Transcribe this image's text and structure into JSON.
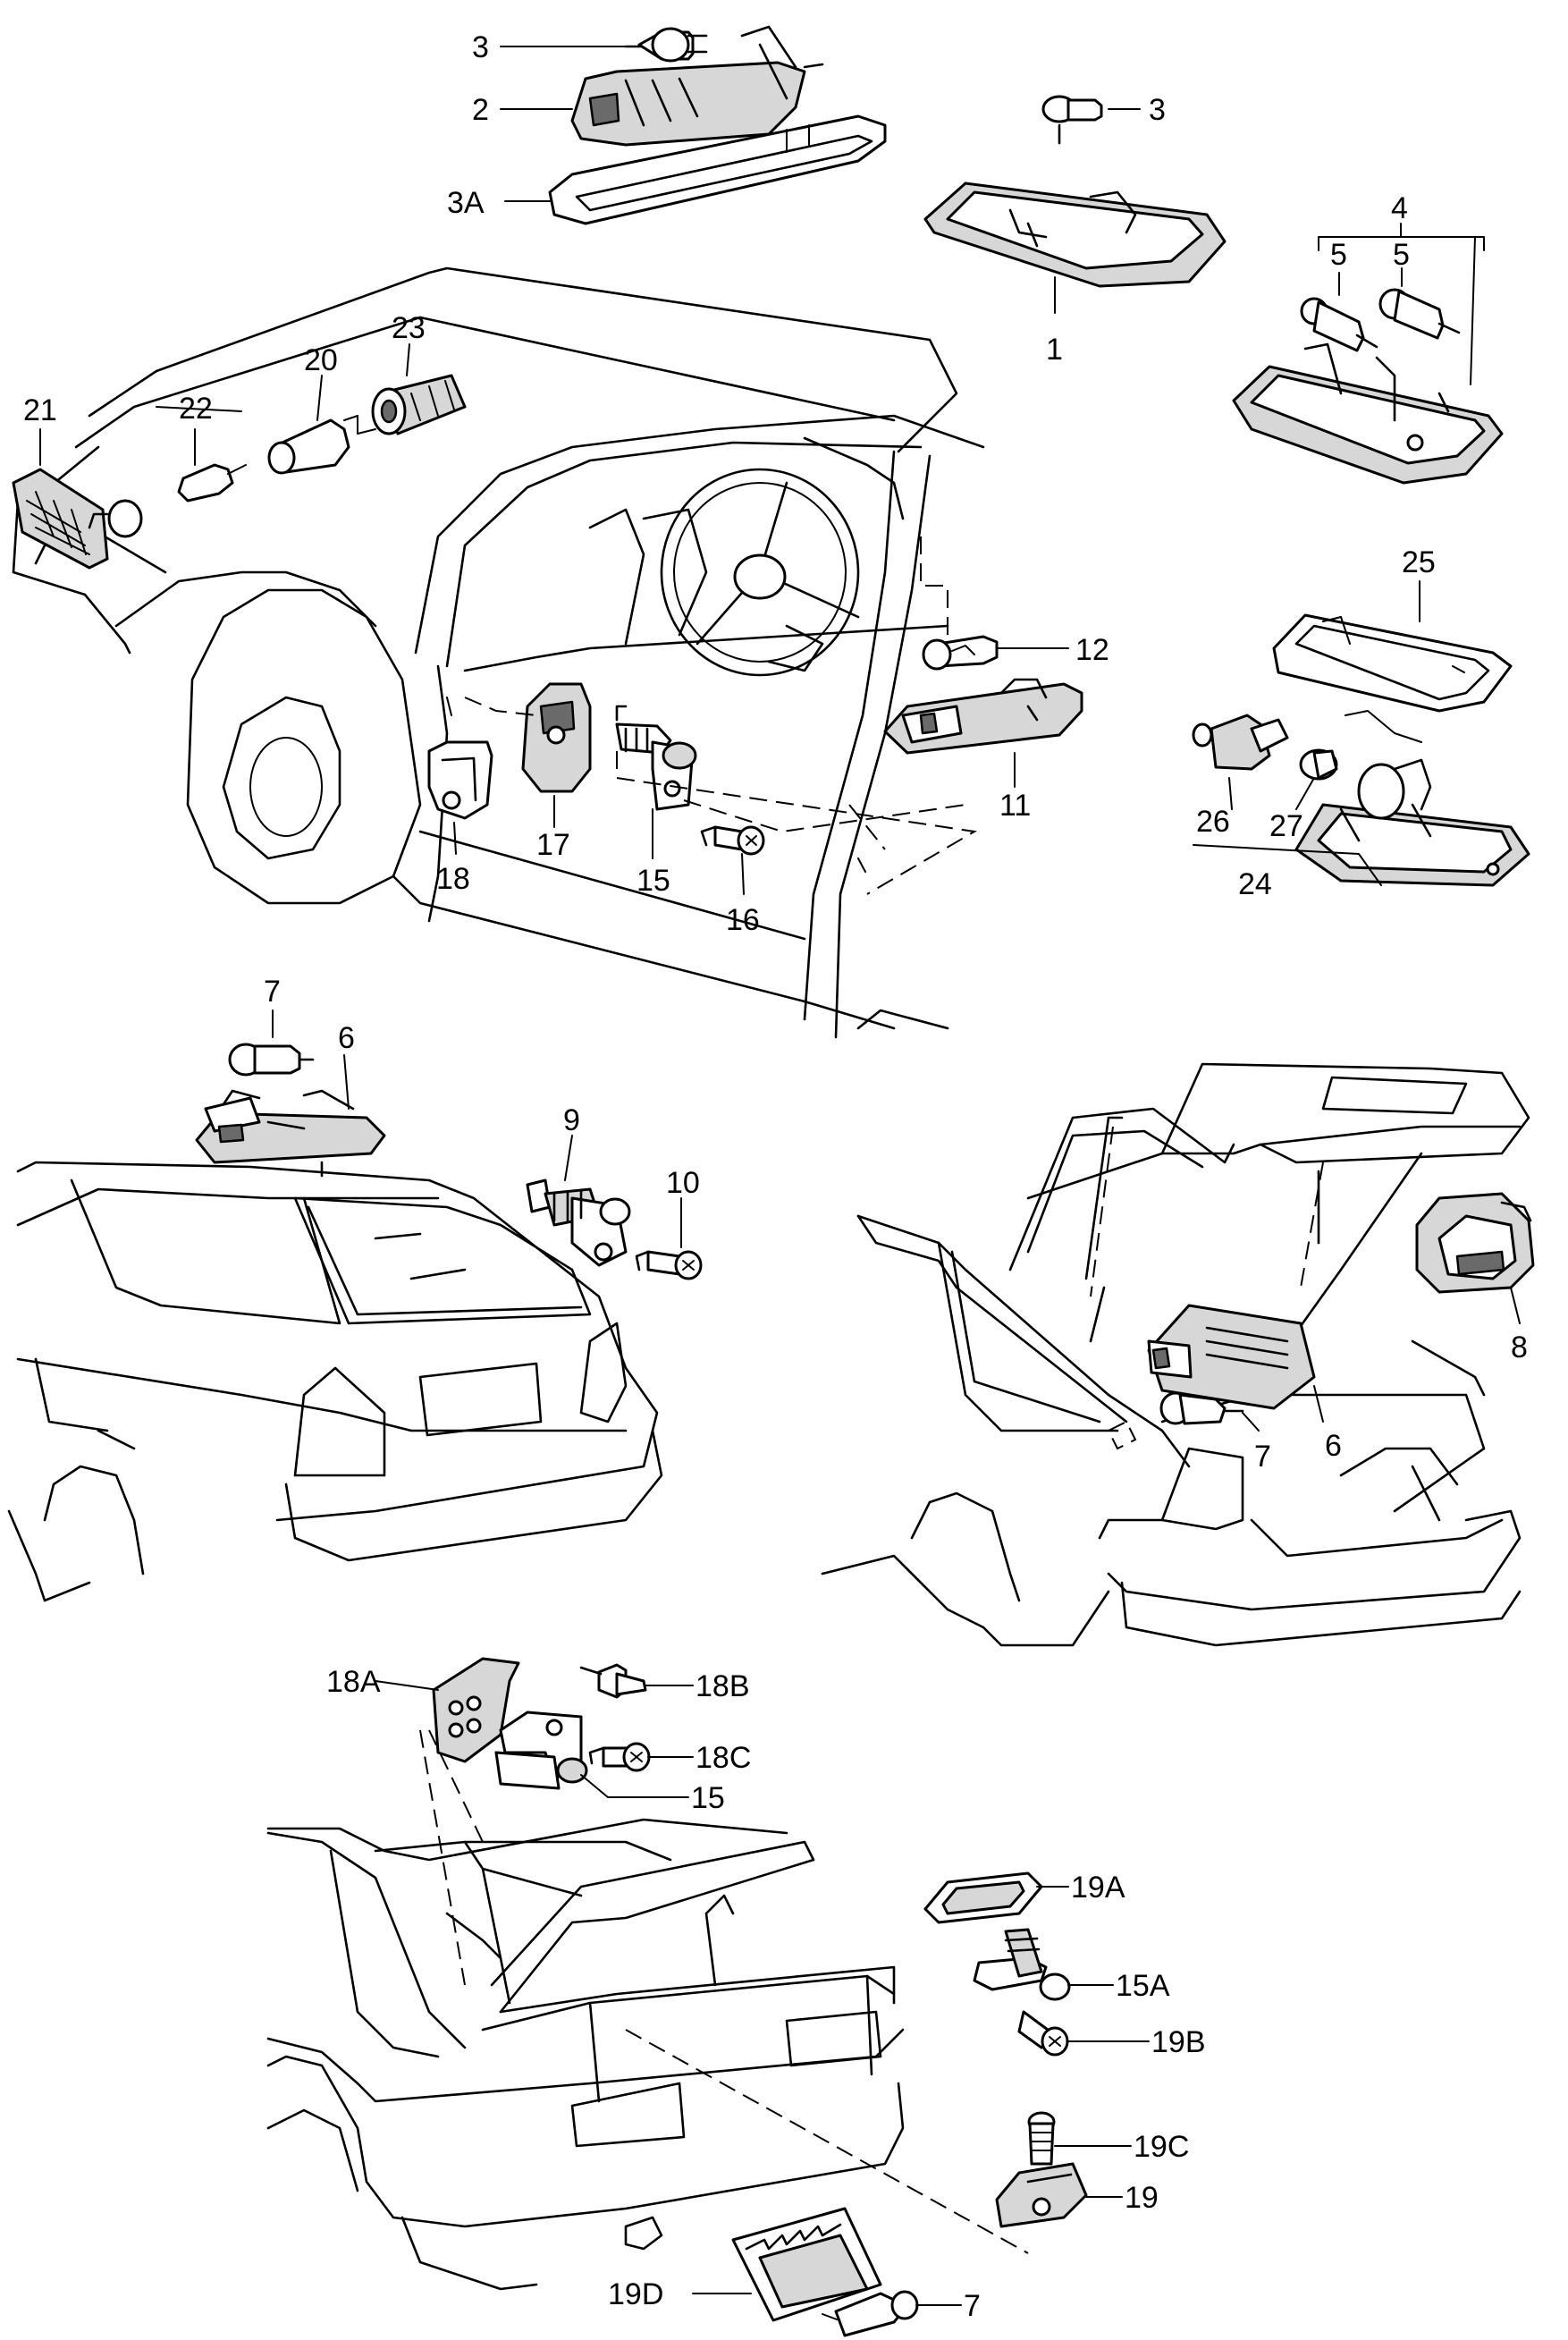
{
  "labels": {
    "l3_top": "3",
    "l2": "2",
    "l3a": "3A",
    "l3_right": "3",
    "l1": "1",
    "l4": "4",
    "l5a": "5",
    "l5b": "5",
    "l21": "21",
    "l22": "22",
    "l20": "20",
    "l23": "23",
    "l12": "12",
    "l11": "11",
    "l25": "25",
    "l26": "26",
    "l27": "27",
    "l24": "24",
    "l18": "18",
    "l17": "17",
    "l15": "15",
    "l16": "16",
    "l7_mid": "7",
    "l6_mid": "6",
    "l9": "9",
    "l10": "10",
    "l8": "8",
    "l6_right": "6",
    "l7_right": "7",
    "l18a": "18A",
    "l18b": "18B",
    "l18c": "18C",
    "l15_low": "15",
    "l19a": "19A",
    "l15a": "15A",
    "l19b": "19B",
    "l19c": "19C",
    "l19": "19",
    "l19d": "19D",
    "l7_low": "7"
  }
}
